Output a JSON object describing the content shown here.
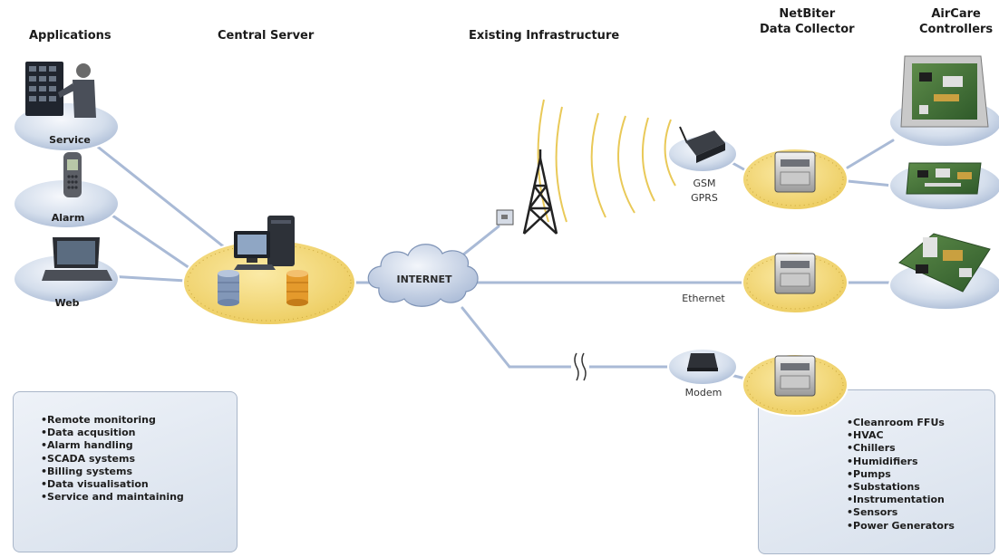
{
  "headers": {
    "applications": "Applications",
    "central_server": "Central Server",
    "existing_infrastructure": "Existing Infrastructure",
    "netbiter_line1": "NetBiter",
    "netbiter_line2": "Data Collector",
    "aircare_line1": "AirCare",
    "aircare_line2": "Controllers"
  },
  "applications": {
    "service": "Service",
    "alarm": "Alarm",
    "web": "Web"
  },
  "network": {
    "internet": "INTERNET",
    "gsm": "GSM",
    "gprs": "GPRS",
    "ethernet": "Ethernet",
    "modem": "Modem"
  },
  "left_list": [
    "Remote monitoring",
    "Data acqusition",
    "Alarm handling",
    "SCADA systems",
    "Billing systems",
    "Data visualisation",
    "Service and maintaining"
  ],
  "right_list": [
    "Cleanroom FFUs",
    "HVAC",
    "Chillers",
    "Humidifiers",
    "Pumps",
    "Substations",
    "Instrumentation",
    "Sensors",
    "Power Generators"
  ],
  "colors": {
    "line": "#a9bad6",
    "blue_ellipse_light": "#e9eef6",
    "blue_ellipse_dark": "#b7c6dd",
    "yellow_ellipse": "#f3da7a",
    "signal_arc": "#e9c23a",
    "box_fill": "#dfe6f0"
  }
}
